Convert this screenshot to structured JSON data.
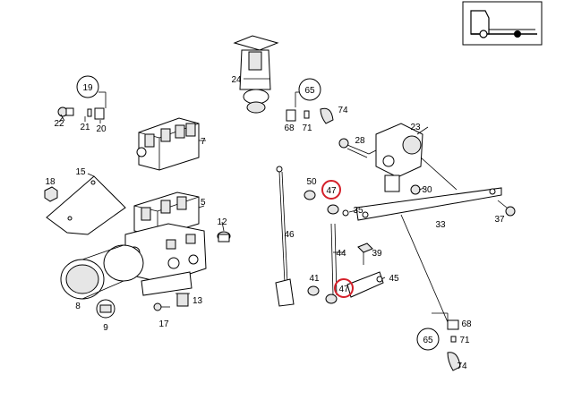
{
  "callouts": [
    {
      "id": "19",
      "circled": true
    },
    {
      "id": "65",
      "circled": true
    },
    {
      "id": "47",
      "circled": true,
      "highlighted": true
    },
    {
      "id": "47",
      "circled": true,
      "highlighted": true
    },
    {
      "id": "65",
      "circled": true
    }
  ],
  "labels": [
    "22",
    "21",
    "20",
    "7",
    "18",
    "15",
    "5",
    "12",
    "8",
    "9",
    "13",
    "17",
    "24",
    "68",
    "71",
    "74",
    "23",
    "28",
    "50",
    "35",
    "30",
    "37",
    "33",
    "46",
    "39",
    "44",
    "41",
    "45",
    "68",
    "71",
    "74"
  ],
  "colors": {
    "highlight": "#d4202a",
    "ink": "#000000"
  },
  "icons": [
    "truck-chassis-icon"
  ]
}
